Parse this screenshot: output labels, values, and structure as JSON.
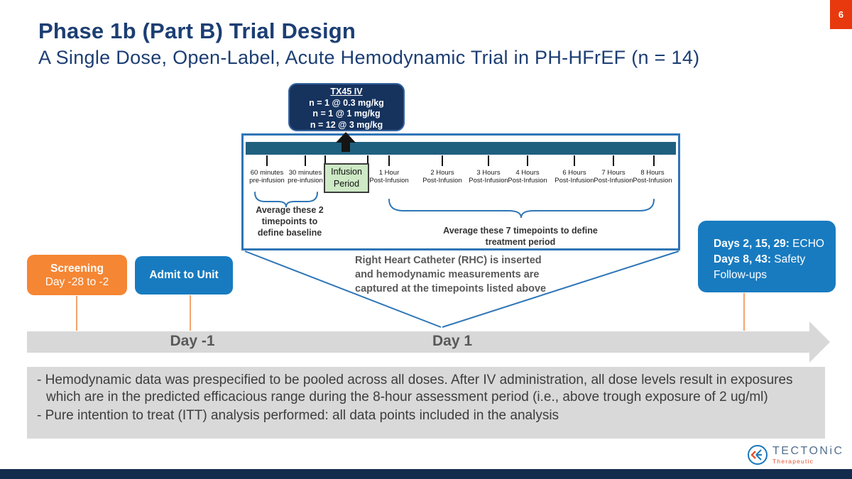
{
  "page_number": "6",
  "header": {
    "title": "Phase 1b (Part B) Trial Design",
    "subtitle": "A Single Dose, Open-Label, Acute Hemodynamic Trial in PH-HFrEF (n = 14)"
  },
  "dose_box": {
    "title": "TX45 IV",
    "line1": "n = 1 @ 0.3 mg/kg",
    "line2": "n = 1 @ 1 mg/kg",
    "line3": "n = 12 @ 3 mg/kg"
  },
  "timeline": {
    "pre": [
      {
        "l1": "60 minutes",
        "l2": "pre-infusion"
      },
      {
        "l1": "30 minutes",
        "l2": "pre-infusion"
      }
    ],
    "infusion": {
      "l1": "Infusion",
      "l2": "Period"
    },
    "post": [
      {
        "l1": "1 Hour",
        "l2": "Post-Infusion"
      },
      {
        "l1": "2 Hours",
        "l2": "Post-Infusion"
      },
      {
        "l1": "3 Hours",
        "l2": "Post-Infusion"
      },
      {
        "l1": "4 Hours",
        "l2": "Post-Infusion"
      },
      {
        "l1": "6 Hours",
        "l2": "Post-Infusion"
      },
      {
        "l1": "7 Hours",
        "l2": "Post-Infusion"
      },
      {
        "l1": "8 Hours",
        "l2": "Post-Infusion"
      }
    ],
    "baseline_note": {
      "l1": "Average these 2",
      "l2": "timepoints to",
      "l3": "define baseline"
    },
    "treatment_note": {
      "l1": "Average these 7 timepoints to define",
      "l2": "treatment period"
    }
  },
  "rhc_note": {
    "l1": "Right Heart Catheter (RHC) is inserted",
    "l2": "and hemodynamic measurements are",
    "l3": "captured at the timepoints listed above"
  },
  "stage_boxes": {
    "screening": {
      "title": "Screening",
      "subtitle": "Day -28 to -2"
    },
    "admit": {
      "label": "Admit to Unit"
    },
    "followup": {
      "line1_bold": "Days 2, 15, 29:",
      "line1_rest": " ECHO",
      "line2_bold": "Days 8, 43:",
      "line2_rest": " Safety",
      "line3": "Follow-ups"
    }
  },
  "axis": {
    "day_minus_1": "Day -1",
    "day_1": "Day 1"
  },
  "footnotes": {
    "item1": "- Hemodynamic data was prespecified to be pooled across all doses. After IV administration, all dose levels result in exposures which are in the predicted efficacious range during the 8-hour assessment period (i.e., above trough exposure of 2 ug/ml)",
    "item2": "- Pure intention to treat (ITT) analysis performed: all data points included in the analysis"
  },
  "logo": {
    "name": "TECTONiC",
    "subtitle": "Therapeutic"
  },
  "colors": {
    "navy": "#1c3e73",
    "dose_navy": "#16335e",
    "blue": "#187bc0",
    "orange": "#f58634",
    "teal_bar": "#1f607f",
    "border_blue": "#2e75b6",
    "accent_red": "#e8390e",
    "gray_panel": "#d9d9d9",
    "infusion_green": "#cde9c5",
    "bottom_bar": "#132c4e"
  }
}
